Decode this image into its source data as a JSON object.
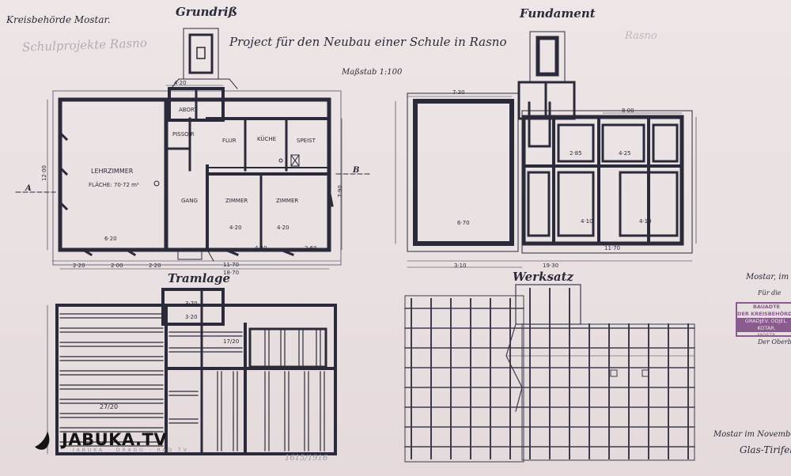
{
  "document": {
    "office": "Kreisbehörde Mostar.",
    "ghost_text": "Schulprojekte Rasno",
    "ghost_text_right": "Rasno",
    "title": "Project für den Neubau einer Schule in Rasno",
    "scale": "Maßstab 1:100",
    "plan_labels": {
      "grundriss": "Grundriß",
      "fundament": "Fundament",
      "tramlage": "Tramlage",
      "werksatz": "Werksatz"
    },
    "rooms": {
      "lehrzimmer": "LEHRZIMMER",
      "flaeche": "FLÄCHE: 70·72 m²",
      "abort": "ABORT",
      "pissoir": "PISSOIR",
      "flur": "FLUR",
      "kueche": "KÜCHE",
      "speist": "SPEIST",
      "gang": "GANG",
      "zimmer1": "ZIMMER",
      "zimmer2": "ZIMMER"
    },
    "section_marks": [
      "A",
      "B"
    ],
    "dimensions": {
      "g_left_total": "12·00",
      "g_top_420": "4·20",
      "g_bottom_a": "2·20",
      "g_bottom_b": "2·00",
      "g_bottom_c": "2·20",
      "g_bottom_d": "4·40",
      "g_bottom_e": "2·60",
      "g_total_inner": "11·70",
      "g_total_outer": "18·70",
      "g_lz_width": "6·20",
      "g_zimmer1": "4·20",
      "g_zimmer2": "4·20",
      "g_right": "7·90",
      "f_top_left": "7·30",
      "f_top_right": "8·00",
      "f_inner_a": "6·70",
      "f_inner_b": "4·10",
      "f_inner_c": "4·10",
      "f_total_inner": "11·70",
      "f_total_outer": "19·30",
      "f_bottom_small": "3·10",
      "f_sub_a": "4·25",
      "f_sub_b": "2·85",
      "t_beam": "27/20",
      "t_beam2": "17/20",
      "t_room_a": "3·70",
      "t_room_b": "3·20"
    },
    "side_notes": {
      "right_top": "Mostar, im Oc",
      "right_mid": "Für die",
      "right_low": "Der Oberbau",
      "right_bottom": "Mostar im Novembe",
      "signature": "Glas-Tirifel"
    },
    "stamp": {
      "line1": "BAUADTE",
      "line2": "DER KREISBEHÖRDE",
      "line3": "GRADJEV. ODJEL. KOTAR.",
      "line4": "MOSTA"
    },
    "pencil_mark": "1615/1916",
    "watermark": {
      "name": "JABUKA.TV",
      "sub": "JABUKA · DRAGO · RAD TV"
    },
    "colors": {
      "ink": "#2b2a3a",
      "paper": "#ece4e4",
      "stamp": "#8a5b8e"
    }
  }
}
